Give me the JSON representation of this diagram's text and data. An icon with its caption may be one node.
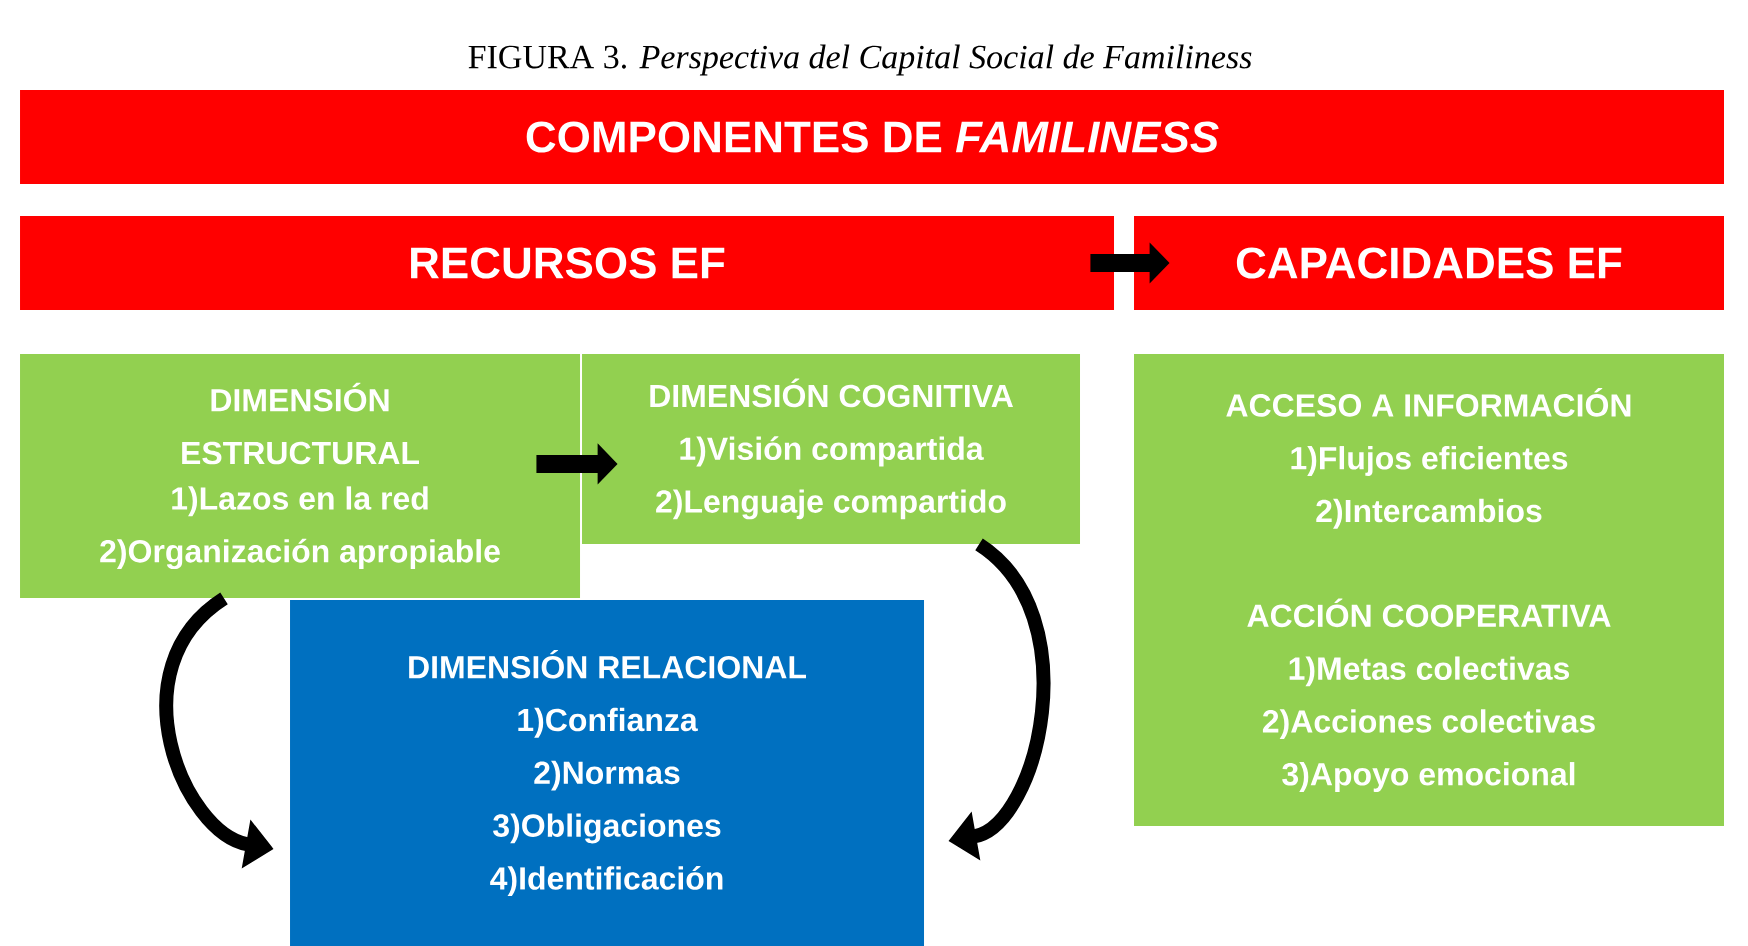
{
  "diagram": {
    "title": "FIGURA 3. *Perspectiva del Capital Social de Familiness*",
    "nodes": [
      {
        "text": [
          "COMPONENTES DE *FAMILINESS*"
        ]
      },
      {
        "text": [
          "RECURSOS EF"
        ]
      },
      {
        "text": [
          "CAPACIDADES EF"
        ]
      },
      {
        "text": [
          "DIMENSIÓN ESTRUCTURAL",
          "1)Lazos en la red",
          "2)Organización apropiable"
        ]
      },
      {
        "text": [
          "DIMENSIÓN COGNITIVA",
          "1)Visión compartida",
          "2)Lenguaje compartido"
        ]
      },
      {
        "text": [
          "ACCESO A INFORMACIÓN",
          "1)Flujos eficientes",
          "2)Intercambios",
          "ACCIÓN COOPERATIVA",
          "1)Metas colectivas",
          "2)Acciones colectivas",
          "3)Apoyo emocional"
        ]
      },
      {
        "text": [
          "DIMENSIÓN RELACIONAL",
          "1)Confianza",
          "2)Normas",
          "3)Obligaciones",
          "4)Identificación"
        ]
      }
    ],
    "edges": [
      {
        "from": 1,
        "to": 2,
        "arrow": "to"
      },
      {
        "from": 3,
        "to": 4,
        "arrow": "to"
      },
      {
        "from": 3,
        "to": 6,
        "arrow": "to"
      },
      {
        "from": 4,
        "to": 6,
        "arrow": "to"
      }
    ]
  }
}
